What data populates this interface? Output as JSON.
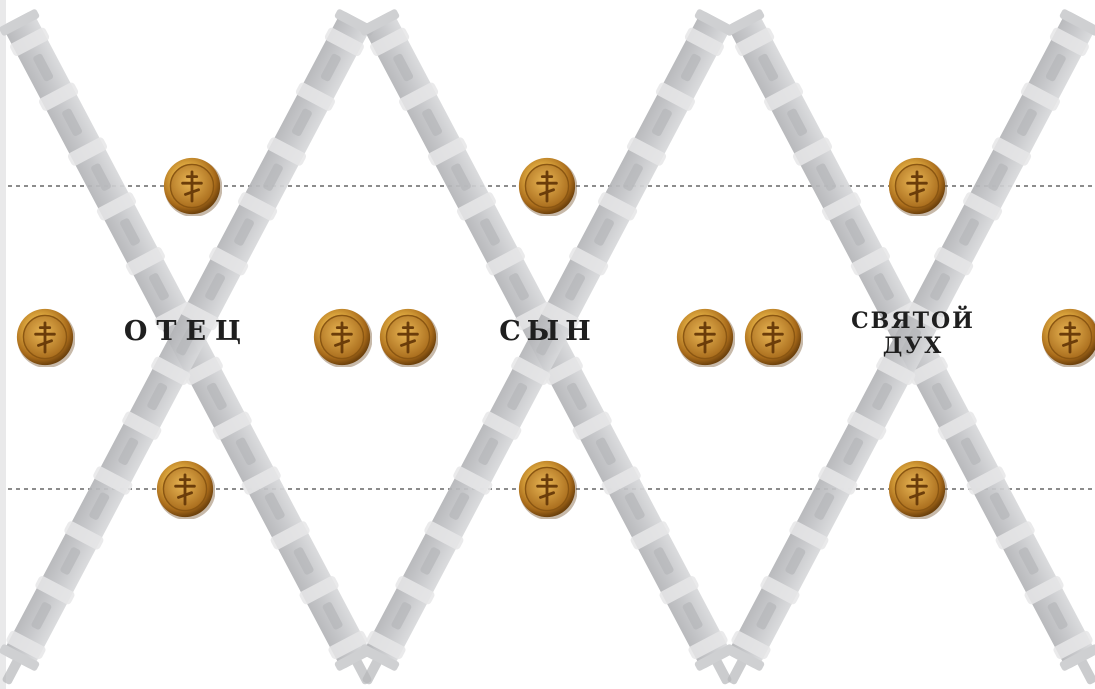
{
  "panels": [
    {
      "label": "ОТЕЦ"
    },
    {
      "label": "СЫН"
    },
    {
      "label_line1": "СВЯТОЙ",
      "label_line2": "ДУХ"
    }
  ],
  "colors": {
    "band_fill": "#c8c9cb",
    "band_shade": "#b7b8bb",
    "band_highlight": "#e4e4e6",
    "guide_line": "#555555",
    "seal_gold": "#c48a24",
    "seal_dark": "#7a4a10",
    "text": "#1f1f1f"
  },
  "icons": {
    "seal": "gold-seal-cross-icon"
  }
}
